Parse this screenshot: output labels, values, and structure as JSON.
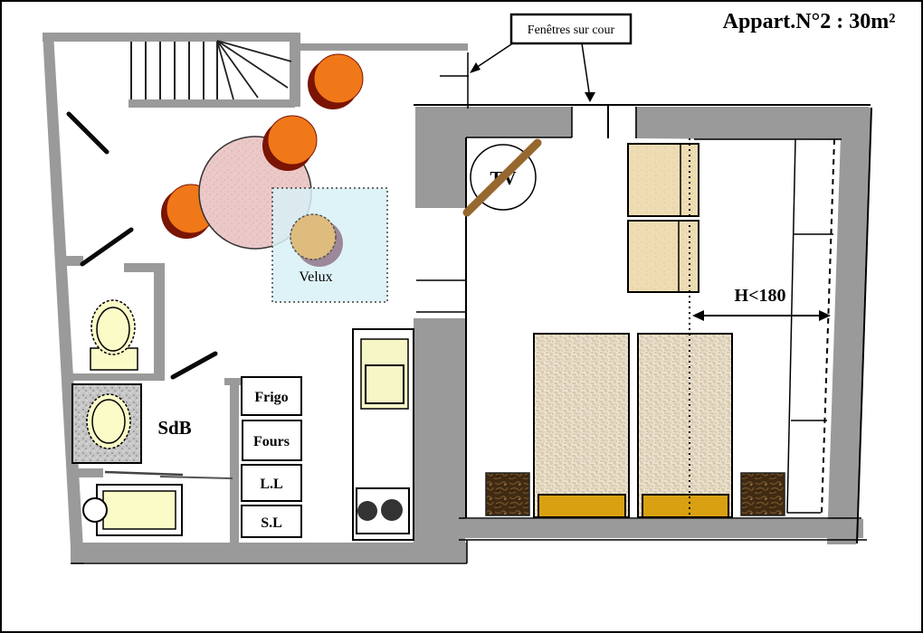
{
  "title": "Appart.N°2 : 30m²",
  "callout": {
    "label": "Fenêtres sur cour"
  },
  "labels": {
    "tv": "TV",
    "skylight": "Velux",
    "bathroom": "SdB",
    "dimension": "H<180"
  },
  "kitchen": {
    "appliances": [
      {
        "label": "Frigo"
      },
      {
        "label": "Fours"
      },
      {
        "label": "L.L"
      },
      {
        "label": "S.L"
      }
    ]
  },
  "colors": {
    "wall": "#9a9a9a",
    "chair": "#f07818",
    "chair_shadow": "#7a1404",
    "accent_chair": "#debc7e",
    "accent_chair_shadow": "#9c8898",
    "skylight": "#d9f1f7",
    "bed_end": "#d9a012",
    "tv_line": "#96682f",
    "fixture": "#fbfbc8"
  }
}
